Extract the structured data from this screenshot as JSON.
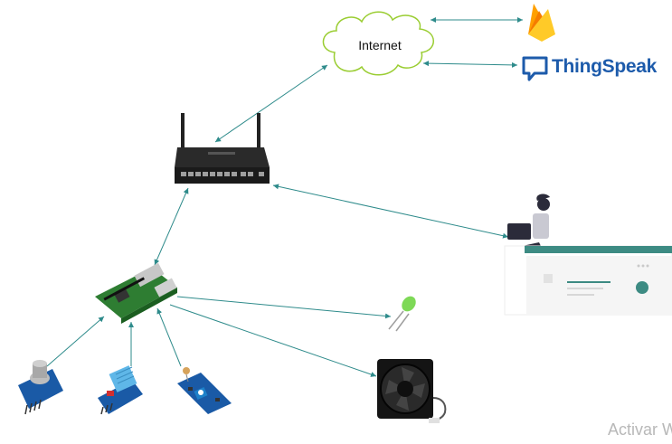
{
  "internet": {
    "label": "Internet"
  },
  "thingspeak": {
    "label": "ThingSpeak",
    "color": "#1d5bab"
  },
  "firebase": {
    "icon": "firebase-flame-icon"
  },
  "router": {
    "icon": "dlink-router-icon"
  },
  "user": {
    "icon": "person-with-laptop-icon"
  },
  "dashboard": {
    "icon": "web-dashboard-icon"
  },
  "raspberry_pi": {
    "icon": "raspberry-pi-board-icon"
  },
  "devices": [
    {
      "id": "gas-sensor",
      "icon": "gas-sensor-module-icon"
    },
    {
      "id": "dht11-sensor",
      "icon": "dht11-sensor-module-icon"
    },
    {
      "id": "light-sensor",
      "icon": "ldr-sensor-module-icon"
    },
    {
      "id": "led",
      "icon": "green-led-icon"
    },
    {
      "id": "fan",
      "icon": "cooling-fan-icon"
    }
  ],
  "watermark": {
    "text": "Activar W"
  },
  "colors": {
    "arrow": "#2e8b8b",
    "cloud_stroke": "#9acd32",
    "board_green": "#2e7d32",
    "sensor_blue": "#1a5aa6"
  }
}
